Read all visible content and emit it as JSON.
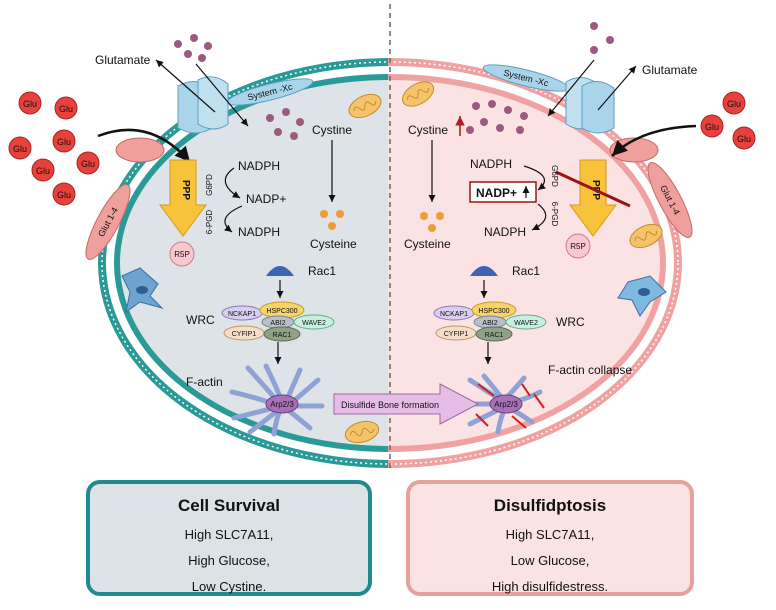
{
  "colors": {
    "membrane_left": "#2a9a98",
    "membrane_right": "#f0a2a2",
    "cytoplasm_left": "#dde3e6",
    "cytoplasm_right": "#fce3e3",
    "glucose": "#e8413c",
    "ppp_arrow": "#f6c33b",
    "inhibition": "#9b1414",
    "increase_arrow": "#b01e1e"
  },
  "left": {
    "glutamate": "Glutamate",
    "system_xc": "System -Xc",
    "cystine": "Cystine",
    "cysteine": "Cysteine",
    "nadph_top": "NADPH",
    "nadp_plus": "NADP+",
    "nadph_bottom": "NADPH",
    "g6pd": "G6PD",
    "pgd": "6-PGD",
    "ppp": "PPP",
    "r5p": "R5P",
    "glut": "Glut 1-4",
    "glu_labels": [
      "Glu",
      "Glu",
      "Glu",
      "Glu",
      "Glu",
      "Glu",
      "Glu"
    ],
    "rac1": "Rac1",
    "wrc": "WRC",
    "wrc_subunits": [
      "NCKAP1",
      "HSPC300",
      "ABI2",
      "WAVE2",
      "CYFIP1",
      "RAC1"
    ],
    "f_actin": "F-actin",
    "arp": "Arp2/3"
  },
  "right": {
    "glutamate": "Glutamate",
    "system_xc": "System -Xc",
    "cystine": "Cystine",
    "cysteine": "Cysteine",
    "nadph_top": "NADPH",
    "nadp_plus": "NADP+",
    "nadph_bottom": "NADPH",
    "g6pd": "G6PD",
    "pgd": "6-PGD",
    "ppp": "PPP",
    "r5p": "R5P",
    "glut": "Glut 1-4",
    "glu_labels": [
      "Glu",
      "Glu",
      "Glu"
    ],
    "rac1": "Rac1",
    "wrc": "WRC",
    "wrc_subunits": [
      "NCKAP1",
      "HSPC300",
      "ABI2",
      "WAVE2",
      "CYFIP1",
      "RAC1"
    ],
    "f_actin": "F-actin collapse",
    "arp": "Arp2/3"
  },
  "center_arrow": "Disulfide Bone formation",
  "outcomes": {
    "left": {
      "title": "Cell Survival",
      "lines": [
        "High SLC7A11,",
        "High Glucose,",
        "Low Cystine."
      ]
    },
    "right": {
      "title": "Disulfidptosis",
      "lines": [
        "High SLC7A11,",
        "Low Glucose,",
        "High disulfidestress."
      ]
    }
  }
}
